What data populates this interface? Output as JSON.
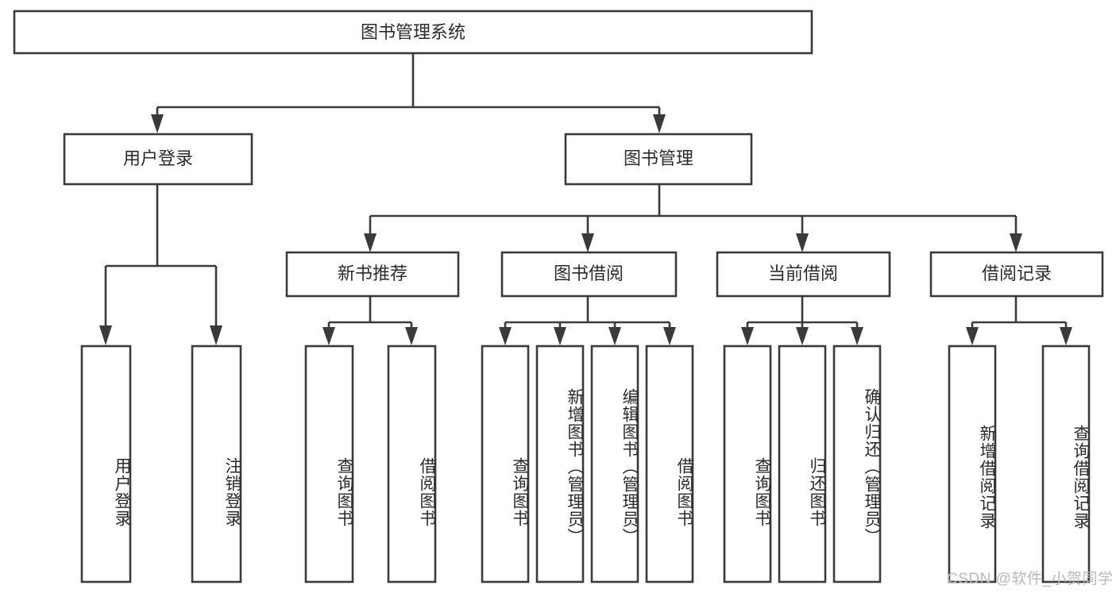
{
  "diagram": {
    "type": "tree-hierarchy",
    "title": "图书管理系统功能结构图",
    "orientation": "top-down",
    "root": {
      "id": "root",
      "label": "图书管理系统",
      "text_direction": "horizontal"
    },
    "level2": [
      {
        "id": "user-login",
        "label": "用户登录",
        "text_direction": "horizontal"
      },
      {
        "id": "book-manage",
        "label": "图书管理",
        "text_direction": "horizontal"
      }
    ],
    "level3": [
      {
        "id": "new-book-recommend",
        "label": "新书推荐",
        "parent": "book-manage",
        "text_direction": "horizontal"
      },
      {
        "id": "book-borrow",
        "label": "图书借阅",
        "parent": "book-manage",
        "text_direction": "horizontal"
      },
      {
        "id": "current-borrow",
        "label": "当前借阅",
        "parent": "book-manage",
        "text_direction": "horizontal"
      },
      {
        "id": "borrow-record",
        "label": "借阅记录",
        "parent": "book-manage",
        "text_direction": "horizontal"
      }
    ],
    "leaves": [
      {
        "id": "leaf-user-login",
        "label": "用户登录",
        "parent": "user-login",
        "text_direction": "vertical"
      },
      {
        "id": "leaf-logout",
        "label": "注销登录",
        "parent": "user-login",
        "text_direction": "vertical"
      },
      {
        "id": "leaf-query-book-1",
        "label": "查询图书",
        "parent": "new-book-recommend",
        "text_direction": "vertical"
      },
      {
        "id": "leaf-borrow-book-1",
        "label": "借阅图书",
        "parent": "new-book-recommend",
        "text_direction": "vertical"
      },
      {
        "id": "leaf-query-book-2",
        "label": "查询图书",
        "parent": "book-borrow",
        "text_direction": "vertical"
      },
      {
        "id": "leaf-add-book",
        "label": "新增图书（管理员）",
        "parent": "book-borrow",
        "text_direction": "vertical"
      },
      {
        "id": "leaf-edit-book",
        "label": "编辑图书（管理员）",
        "parent": "book-borrow",
        "text_direction": "vertical"
      },
      {
        "id": "leaf-borrow-book-2",
        "label": "借阅图书",
        "parent": "book-borrow",
        "text_direction": "vertical"
      },
      {
        "id": "leaf-query-book-3",
        "label": "查询图书",
        "parent": "current-borrow",
        "text_direction": "vertical"
      },
      {
        "id": "leaf-return-book",
        "label": "归还图书",
        "parent": "current-borrow",
        "text_direction": "vertical"
      },
      {
        "id": "leaf-confirm-return",
        "label": "确认归还（管理员）",
        "parent": "current-borrow",
        "text_direction": "vertical"
      },
      {
        "id": "leaf-add-record",
        "label": "新增借阅记录",
        "parent": "borrow-record",
        "text_direction": "vertical"
      },
      {
        "id": "leaf-query-record",
        "label": "查询借阅记录",
        "parent": "borrow-record",
        "text_direction": "vertical"
      }
    ]
  },
  "style": {
    "stroke_color": "#3a3a3a",
    "box_fill": "#ffffff",
    "text_color": "#2b2b2b",
    "background": "#ffffff",
    "watermark_color": "#b9b9b9"
  },
  "watermark": {
    "text": "CSDN @软件_小贺同学"
  }
}
